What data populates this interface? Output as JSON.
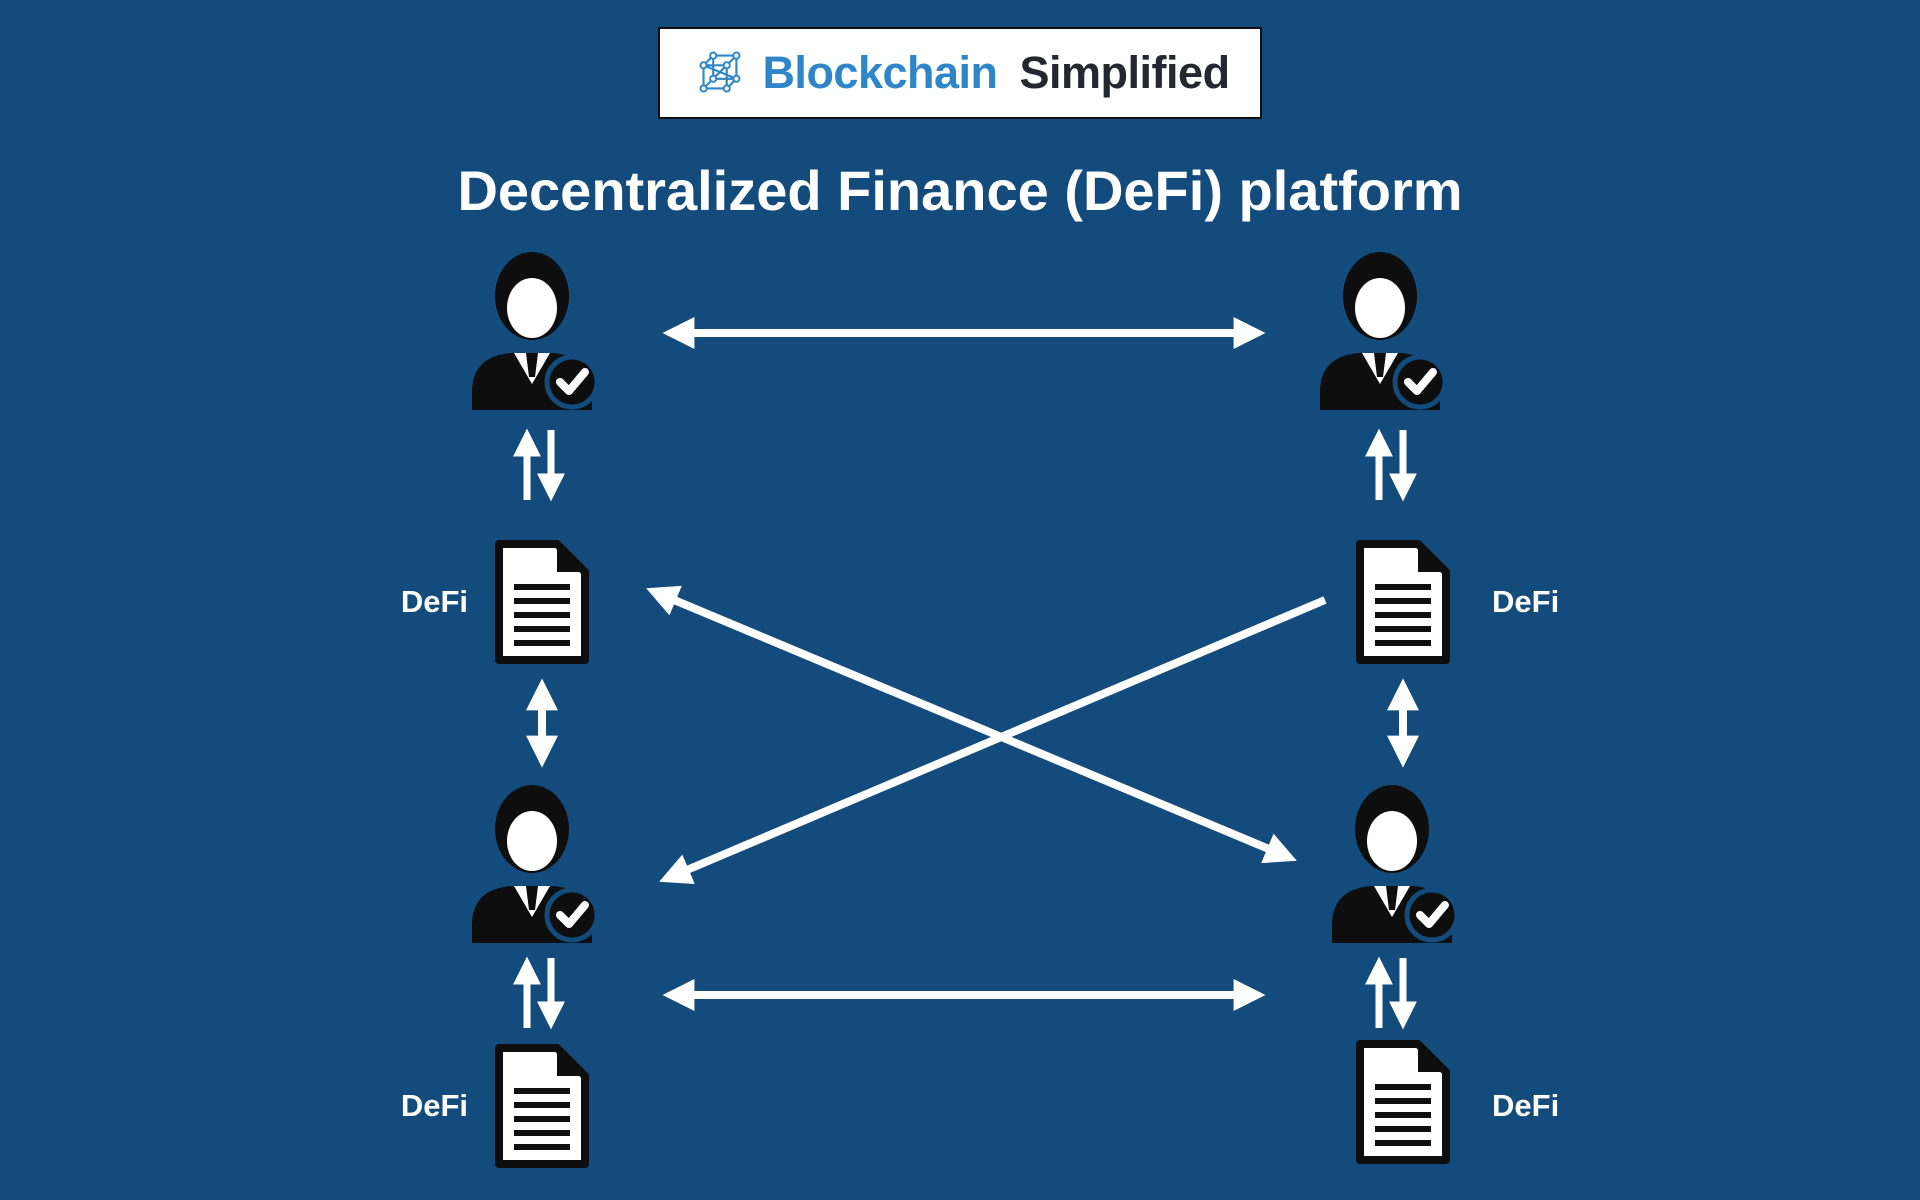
{
  "colors": {
    "background": "#134B7D",
    "arrow": "#FFFFFF",
    "brand_blue": "#2E86C8",
    "brand_dark": "#23272F",
    "icon_black": "#0E0E0E",
    "text_white": "#FFFFFF"
  },
  "logo": {
    "brand": "Blockchain",
    "suffix": "Simplified",
    "icon": "blockchain-cube-icon"
  },
  "title": "Decentralized Finance (DeFi) platform",
  "defi_labels": [
    "DeFi",
    "DeFi",
    "DeFi",
    "DeFi"
  ],
  "icons": {
    "person": "verified-user-icon",
    "document": "defi-contract-document-icon",
    "arrow": "double-headed-arrow"
  }
}
